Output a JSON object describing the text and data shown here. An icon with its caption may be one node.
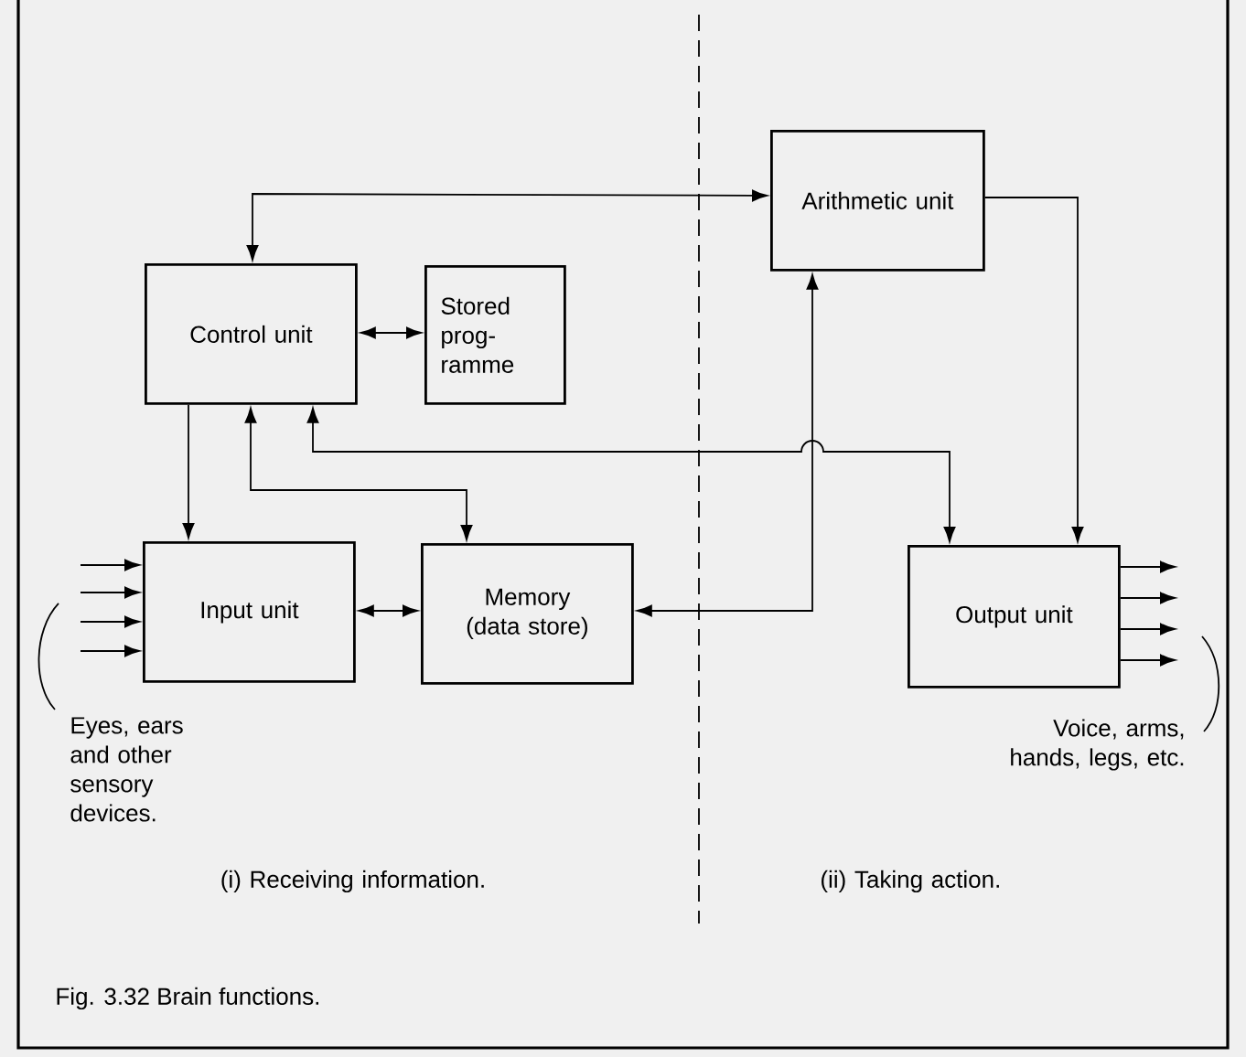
{
  "diagram": {
    "caption": "Fig. 3.32 Brain functions.",
    "nodes": [
      {
        "text": [
          "Control unit"
        ]
      },
      {
        "text": [
          "Stored prog- ramme"
        ]
      },
      {
        "text": [
          "Arithmetic unit"
        ]
      },
      {
        "text": [
          "Input unit"
        ]
      },
      {
        "text": [
          "Memory (data store)"
        ]
      },
      {
        "text": [
          "Output unit"
        ]
      }
    ],
    "edges": [
      {
        "from": 0,
        "to": 2,
        "arrow": "both"
      },
      {
        "from": 0,
        "to": 1,
        "arrow": "both"
      },
      {
        "from": 0,
        "to": 3,
        "arrow": "to"
      },
      {
        "from": 0,
        "to": 4,
        "arrow": "both"
      },
      {
        "from": 0,
        "to": 5,
        "arrow": "both"
      },
      {
        "from": 4,
        "to": 2,
        "arrow": "both"
      },
      {
        "from": 2,
        "to": 5,
        "arrow": "to"
      },
      {
        "from": 3,
        "to": 4,
        "arrow": "both"
      },
      {
        "from": null,
        "to": 3,
        "arrow": "to"
      },
      {
        "from": null,
        "to": 3,
        "arrow": "to"
      },
      {
        "from": null,
        "to": 3,
        "arrow": "to"
      },
      {
        "from": null,
        "to": 3,
        "arrow": "to"
      },
      {
        "from": 5,
        "to": null,
        "arrow": "to"
      },
      {
        "from": 5,
        "to": null,
        "arrow": "to"
      },
      {
        "from": 5,
        "to": null,
        "arrow": "to"
      },
      {
        "from": 5,
        "to": null,
        "arrow": "to"
      }
    ],
    "labels": [
      "Eyes, ears and other sensory devices.",
      "Voice, arms, hands, legs, etc.",
      "(i) Receiving information.",
      "(ii) Taking action."
    ]
  }
}
